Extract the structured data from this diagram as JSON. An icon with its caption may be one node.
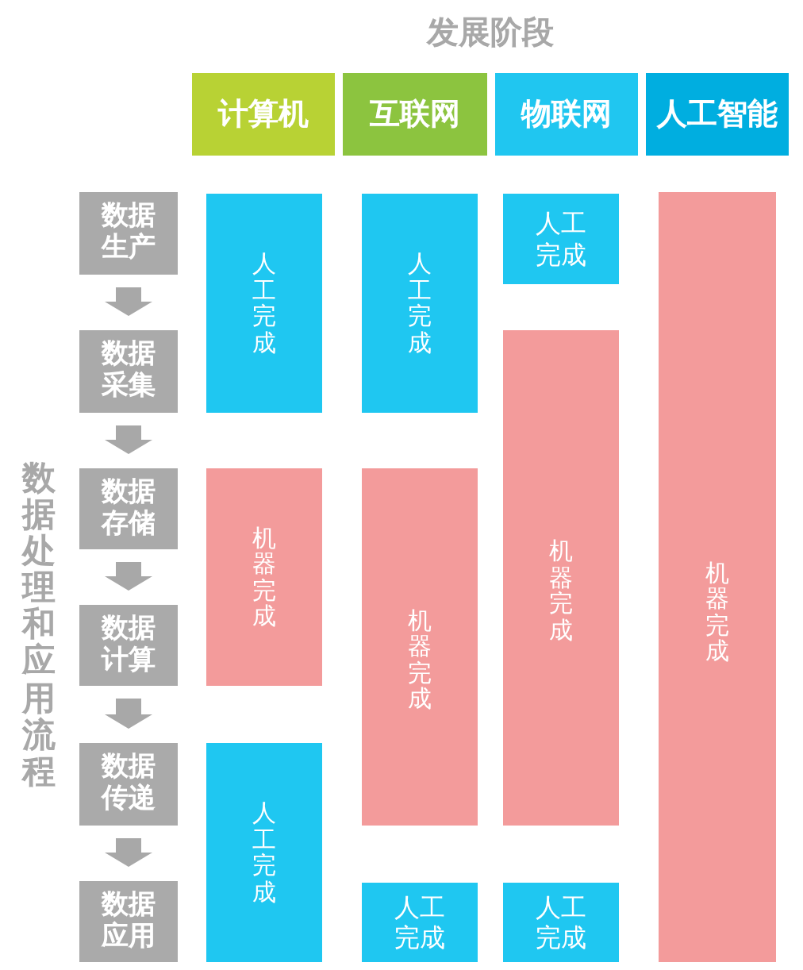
{
  "diagram": {
    "nodes": [
      {
        "text": [
          "计算机"
        ]
      },
      {
        "text": [
          "互联网"
        ]
      },
      {
        "text": [
          "物联网"
        ]
      },
      {
        "text": [
          "人工智能"
        ]
      },
      {
        "text": [
          "数据生产"
        ]
      },
      {
        "text": [
          "数据采集"
        ]
      },
      {
        "text": [
          "数据存储"
        ]
      },
      {
        "text": [
          "数据计算"
        ]
      },
      {
        "text": [
          "数据传递"
        ]
      },
      {
        "text": [
          "数据应用"
        ]
      },
      {
        "text": [
          "人工完成"
        ]
      },
      {
        "text": [
          "机器完成"
        ]
      },
      {
        "text": [
          "人工完成"
        ]
      },
      {
        "text": [
          "人工完成"
        ]
      },
      {
        "text": [
          "机器完成"
        ]
      },
      {
        "text": [
          "人工完成"
        ]
      },
      {
        "text": [
          "人工完成"
        ]
      },
      {
        "text": [
          "机器完成"
        ]
      },
      {
        "text": [
          "人工完成"
        ]
      },
      {
        "text": [
          "机器完成"
        ]
      }
    ],
    "edges": [
      {
        "from": 4,
        "to": 5,
        "arrow": "to"
      },
      {
        "from": 5,
        "to": 6,
        "arrow": "to"
      },
      {
        "from": 6,
        "to": 7,
        "arrow": "to"
      },
      {
        "from": 7,
        "to": 8,
        "arrow": "to"
      },
      {
        "from": 8,
        "to": 9,
        "arrow": "to"
      }
    ],
    "labels": [
      "发展阶段",
      "数据处理和应用流程"
    ]
  }
}
